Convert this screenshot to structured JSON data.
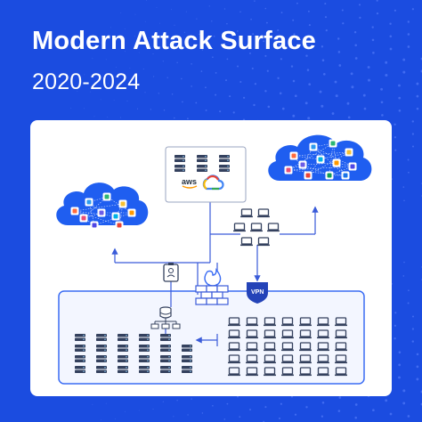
{
  "title": "Modern Attack Surface",
  "subtitle": "2020-2024",
  "diagram": {
    "nodes": {
      "left_cloud": {
        "app_icons": [
          "grid-app-icon",
          "red-app-icon",
          "blue-app-icon",
          "green-app-icon",
          "purple-app-icon",
          "yellow-app-icon",
          "blue-square-icon",
          "red-circle-icon",
          "dark-app-icon",
          "salesforce-icon"
        ]
      },
      "right_cloud": {
        "app_icons": [
          "google-icon",
          "office-icon",
          "dropbox-icon",
          "slack-icon",
          "gmail-icon",
          "onedrive-icon",
          "zoom-icon",
          "jira-icon",
          "bolt-icon",
          "box-icon",
          "teams-icon",
          "salesforce-icon"
        ]
      },
      "provider_box": {
        "aws_label": "aws",
        "gcp_icon": "google-cloud-icon"
      },
      "vpn_label": "VPN"
    },
    "colors": {
      "background": "#1b4ce0",
      "cloud_fill": "#1f5ef0",
      "line": "#3a5bd9",
      "perimeter": "#3a6cf4",
      "server": "#34415e"
    }
  }
}
